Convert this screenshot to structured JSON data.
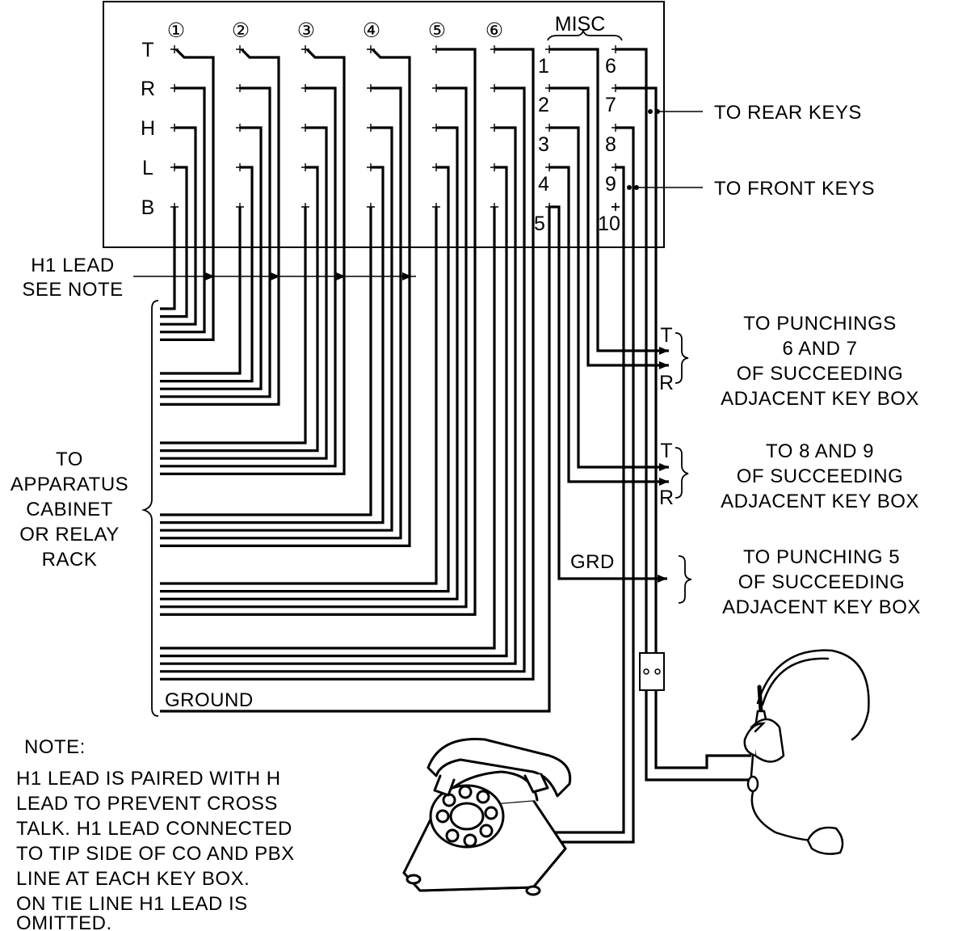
{
  "panel": {
    "columns": [
      "①",
      "②",
      "③",
      "④",
      "⑤",
      "⑥"
    ],
    "rows": [
      "T",
      "R",
      "H",
      "L",
      "B"
    ],
    "misc_label": "MISC",
    "misc_left": [
      "1",
      "2",
      "3",
      "4",
      "5"
    ],
    "misc_right": [
      "6",
      "7",
      "8",
      "9",
      "10"
    ]
  },
  "labels": {
    "to_rear_keys": "TO REAR KEYS",
    "to_front_keys": "TO FRONT KEYS",
    "h1_lead_line1": "H1 LEAD",
    "h1_lead_line2": "SEE NOTE",
    "apparatus": [
      "TO",
      "APPARATUS",
      "CABINET",
      "OR RELAY",
      "RACK"
    ],
    "ground": "GROUND",
    "grd": "GRD",
    "t": "T",
    "r": "R"
  },
  "destinations": [
    [
      "TO PUNCHINGS",
      "6 AND 7",
      "OF SUCCEEDING",
      "ADJACENT KEY BOX"
    ],
    [
      "TO 8 AND 9",
      "OF SUCCEEDING",
      "ADJACENT KEY BOX"
    ],
    [
      "TO PUNCHING 5",
      "OF SUCCEEDING",
      "ADJACENT KEY BOX"
    ]
  ],
  "note": {
    "title": "NOTE:",
    "lines": [
      "H1 LEAD IS PAIRED WITH H",
      "LEAD TO PREVENT CROSS",
      "TALK. H1 LEAD CONNECTED",
      "TO TIP SIDE OF CO AND PBX",
      "LINE AT EACH KEY BOX.",
      "ON TIE LINE H1 LEAD IS",
      "OMITTED."
    ]
  },
  "icons": {
    "telephone": "rotary-telephone-icon",
    "headset": "operator-headset-icon"
  }
}
